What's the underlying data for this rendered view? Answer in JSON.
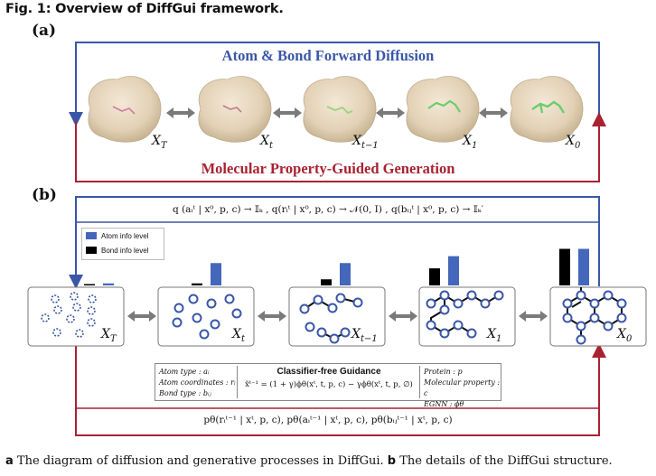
{
  "figure_title": "Fig. 1: Overview of DiffGui framework.",
  "panel_a": {
    "label": "(a)",
    "forward_heading": "Atom & Bond Forward Diffusion",
    "generation_heading": "Molecular Property-Guided Generation",
    "state_labels": [
      {
        "base": "X",
        "sub": "T"
      },
      {
        "base": "X",
        "sub": "t"
      },
      {
        "base": "X",
        "sub": "t−1"
      },
      {
        "base": "X",
        "sub": "1"
      },
      {
        "base": "X",
        "sub": "0"
      }
    ],
    "colors": {
      "forward": "#3a57a7",
      "generation": "#a82232",
      "protein": "#e6d7bf",
      "ligand": "#7fd47f"
    }
  },
  "panel_b": {
    "label": "(b)",
    "forward_formula": "q (aᵢᵗ | x⁰, p, c) → 𝕀ₖ , q(rᵢᵗ | x⁰, p, c) → 𝒩(0, I) , q(bᵢⱼᵗ | x⁰, p, c) → 𝕀ₖ′",
    "legend": {
      "atom_label": "Atom info level",
      "bond_label": "Bond info level",
      "atom_color": "#4466bb",
      "bond_color": "#000000"
    },
    "state_labels": [
      {
        "base": "X",
        "sub": "T"
      },
      {
        "base": "X",
        "sub": "t"
      },
      {
        "base": "X",
        "sub": "t−1"
      },
      {
        "base": "X",
        "sub": "1"
      },
      {
        "base": "X",
        "sub": "0"
      }
    ],
    "info_levels": [
      {
        "atom": 0.05,
        "bond": 0.0
      },
      {
        "atom": 0.55,
        "bond": 0.05
      },
      {
        "atom": 0.55,
        "bond": 0.15
      },
      {
        "atom": 0.72,
        "bond": 0.42
      },
      {
        "atom": 0.9,
        "bond": 0.9
      }
    ],
    "guidance": {
      "left_lines": [
        "Atom type : aᵢ",
        "Atom coordinates : rᵢ",
        "Bond type : bᵢⱼ"
      ],
      "title": "Classifier-free Guidance",
      "formula": "x̃ᵗ⁻¹ = (1 + γ)ϕθ(xᵗ, t, p, c) − γϕθ(xᵗ, t, p, ∅)",
      "right_lines": [
        "Protein : p",
        "Molecular property : c",
        "EGNN : ϕθ"
      ]
    },
    "reverse_formula": "pθ(rᵢᵗ⁻¹ | xᵗ, p, c), pθ(aᵢᵗ⁻¹ | xᵗ, p, c), pθ(bᵢⱼᵗ⁻¹ | xᵗ, p, c)"
  },
  "caption": {
    "a_tag": "a",
    "a_text": " The diagram of diffusion and generative processes in DiffGui. ",
    "b_tag": "b",
    "b_text": " The details of the DiffGui structure."
  }
}
